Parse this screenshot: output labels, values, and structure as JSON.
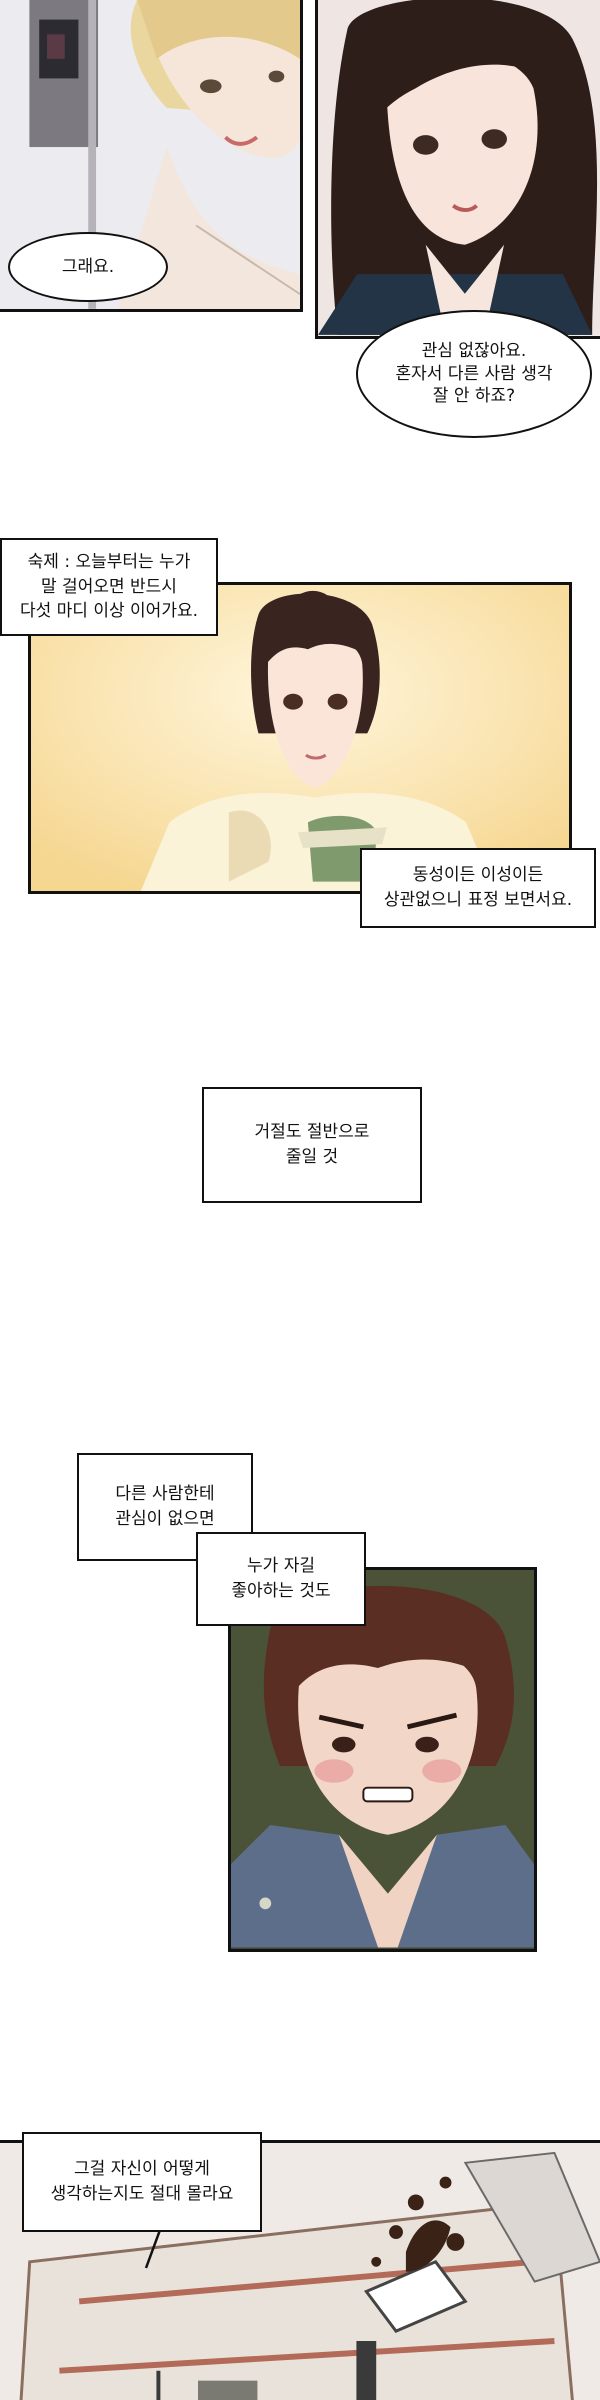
{
  "panel1": {
    "bubble_text": "그래요."
  },
  "panel2": {
    "bubble_text": "관심 없잖아요.\n혼자서 다른 사람 생각\n잘 안 하죠?"
  },
  "panel3": {
    "caption_top": "숙제 : 오늘부터는 누가\n말 걸어오면 반드시\n다섯 마디 이상 이어가요.",
    "caption_bottom": "동성이든 이성이든\n상관없으니 표정 보면서요."
  },
  "caption_mid": {
    "text": "거절도 절반으로\n줄일 것"
  },
  "panel4": {
    "caption_1": "다른 사람한테\n관심이 없으면",
    "caption_2": "누가 자길\n좋아하는 것도"
  },
  "panel5": {
    "caption": "그걸 자신이 어떻게\n생각하는지도 절대 몰라요"
  },
  "colors": {
    "ink": "#111111",
    "panel3_bg": "#fbe7b6",
    "panel4_bg": "#3f4a33",
    "hair_dark": "#2a1c18",
    "hair_blonde": "#e9d39a",
    "skin": "#f6e3d8"
  }
}
